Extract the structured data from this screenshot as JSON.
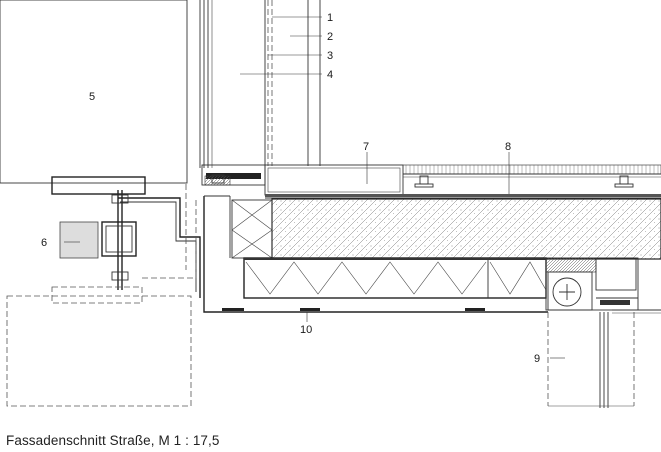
{
  "labels": [
    "1",
    "2",
    "3",
    "4",
    "5",
    "6",
    "7",
    "8",
    "9",
    "10"
  ],
  "caption": "Fassadenschnitt Straße, M 1 : 17,5"
}
